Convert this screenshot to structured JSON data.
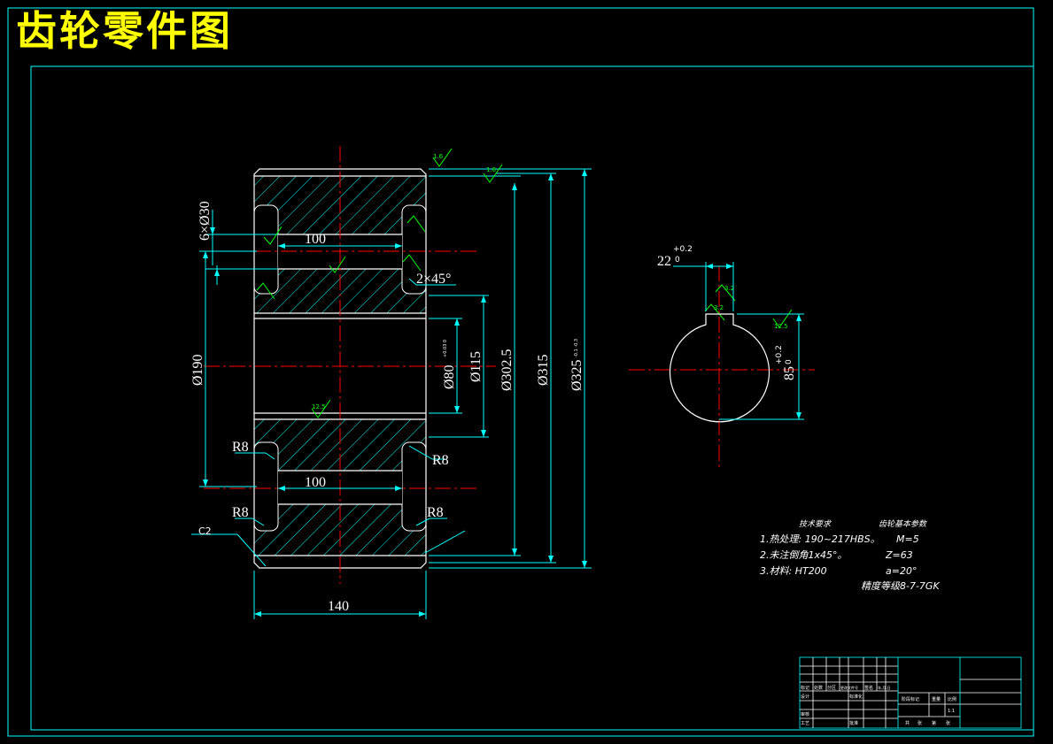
{
  "title": "齿轮零件图",
  "dimensions": {
    "width_140": "140",
    "groove_top": "100",
    "groove_bottom": "100",
    "holes": "6×Ø30",
    "chamfer": "2×45°",
    "d190": "Ø190",
    "d80": "Ø80",
    "d80_tol": "+0.03 0",
    "d115": "Ø115",
    "d302": "Ø302.5",
    "d315": "Ø315",
    "d325": "Ø325",
    "d325_tol": "-0.1 -0.3",
    "r8_a": "R8",
    "r8_b": "R8",
    "r8_c": "R8",
    "r8_d": "R8",
    "c2": "C2",
    "key_width": "22",
    "key_width_tol_top": "+0.2",
    "key_width_tol_bot": "0",
    "key_depth": "85",
    "key_depth_tol_top": "+0.2",
    "key_depth_tol_bot": "0"
  },
  "roughness": {
    "r1": "1.6",
    "r2": "1.6",
    "r3": "12.5",
    "r4": "1.6",
    "r5": "3.2",
    "r6": "3.2",
    "r7": "12.5"
  },
  "notes": {
    "tech_title": "技术要求",
    "tech_1": "1.热处理:  190~217HBS。",
    "tech_2": "2.未注倒角1x45°。",
    "tech_3": "3.材料: HT200",
    "params_title": "齿轮基本参数",
    "param_m": "M=5",
    "param_z": "Z=63",
    "param_a": "a=20°",
    "param_grade": "精度等级8-7-7GK"
  },
  "title_block": {
    "r1": [
      "标记",
      "处数",
      "分区",
      "更改文件号",
      "签名",
      "年.月.日"
    ],
    "r2": [
      "设计",
      "",
      "",
      "标准化",
      "",
      ""
    ],
    "r3": [
      "审核",
      "",
      "",
      "",
      "",
      ""
    ],
    "r4": [
      "工艺",
      "",
      "",
      "批准",
      "",
      ""
    ],
    "stage": "阶段标记",
    "weight": "重量",
    "scale": "比例",
    "scale_val": "1:1",
    "sheets_a": "共",
    "sheets_b": "张",
    "sheets_c": "第",
    "sheets_d": "张"
  },
  "colors": {
    "frame": "#00ffff",
    "outline": "#ffffff",
    "hatch": "#00ffff",
    "centerline": "#ff0000",
    "roughness": "#00ff00",
    "title": "#ffff00"
  }
}
